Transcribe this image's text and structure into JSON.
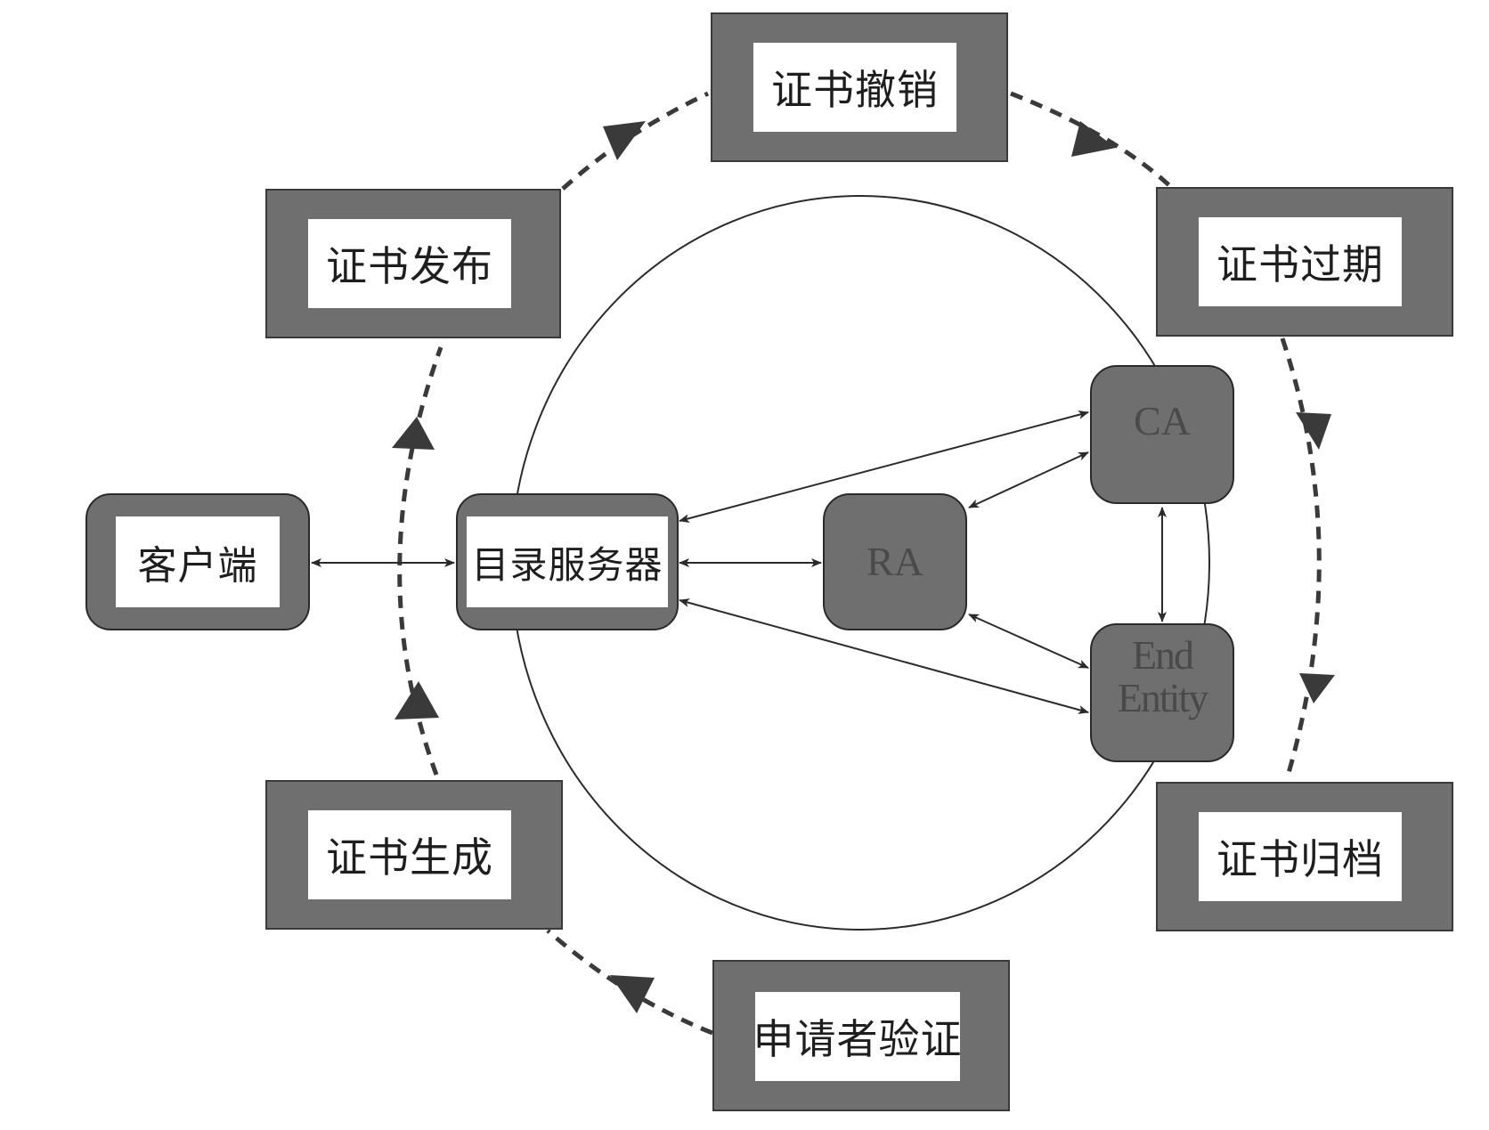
{
  "stages": {
    "revocation": "证书撤销",
    "publish": "证书发布",
    "expiry": "证书过期",
    "generate": "证书生成",
    "archive": "证书归档",
    "applicant_verify": "申请者验证"
  },
  "nodes": {
    "client": "客户端",
    "directory_server": "目录服务器",
    "ra": "RA",
    "ca": "CA",
    "end_entity_line1": "End",
    "end_entity_line2": "Entity"
  },
  "colors": {
    "box_fill": "#6f6f6f",
    "box_border": "#2a2a2a",
    "line": "#2b2b2b",
    "label_bg": "#ffffff"
  }
}
